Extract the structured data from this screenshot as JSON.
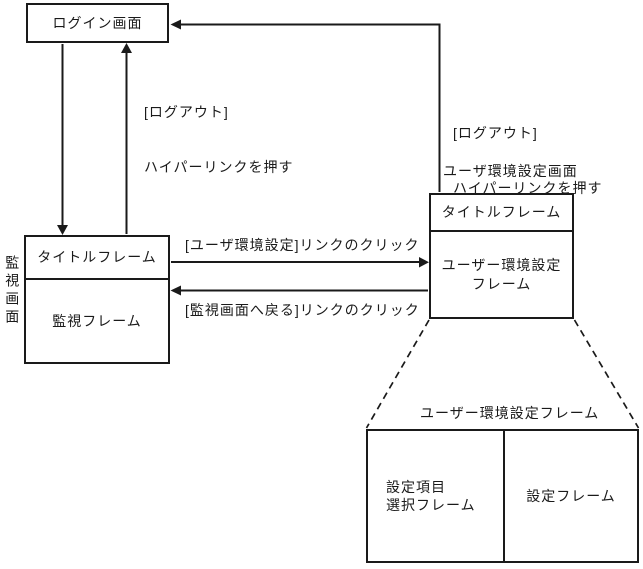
{
  "diagram": {
    "title_hint": "screen transition diagram",
    "colors": {
      "background": "#ffffff",
      "line": "#1a1a1a",
      "text": "#1a1a1a"
    },
    "login_screen": {
      "title": "ログイン画面"
    },
    "monitor_screen": {
      "side_label": "監視画面",
      "title_frame": "タイトルフレーム",
      "monitor_frame": "監視フレーム"
    },
    "config_screen": {
      "caption": "ユーザ環境設定画面",
      "title_frame": "タイトルフレーム",
      "config_frame_line1": "ユーザー環境設定",
      "config_frame_line2": "フレーム"
    },
    "config_detail": {
      "caption": "ユーザー環境設定フレーム",
      "left_frame_line1": "設定項目",
      "left_frame_line2": "選択フレーム",
      "right_frame": "設定フレーム"
    },
    "transitions": {
      "logout_left_line1": "[ログアウト]",
      "logout_left_line2": "ハイパーリンクを押す",
      "logout_right_line1": "[ログアウト]",
      "logout_right_line2": "ハイパーリンクを押す",
      "open_config": "[ユーザ環境設定]リンクのクリック",
      "back_to_monitor": "[監視画面へ戻る]リンクのクリック"
    }
  }
}
